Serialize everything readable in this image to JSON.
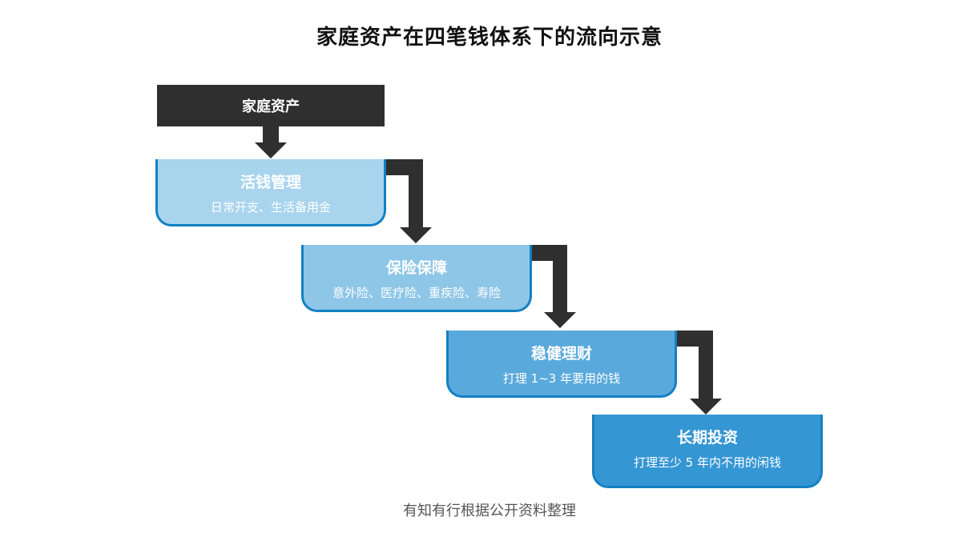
{
  "title": "家庭资产在四笔钱体系下的流向示意",
  "root": {
    "label": "家庭资产"
  },
  "buckets": [
    {
      "name": "活钱管理",
      "desc": "日常开支、生活备用金",
      "color": "#a8d4ee"
    },
    {
      "name": "保险保障",
      "desc": "意外险、医疗险、重疾险、寿险",
      "color": "#8ec6e7"
    },
    {
      "name": "稳健理财",
      "desc": "打理 1~3 年要用的钱",
      "color": "#5aa9dc"
    },
    {
      "name": "长期投资",
      "desc": "打理至少 5 年内不用的闲钱",
      "color": "#3596d4"
    }
  ],
  "source": "有知有行根据公开资料整理",
  "colors": {
    "dark": "#2f2f2f",
    "border": "#1380c4"
  }
}
